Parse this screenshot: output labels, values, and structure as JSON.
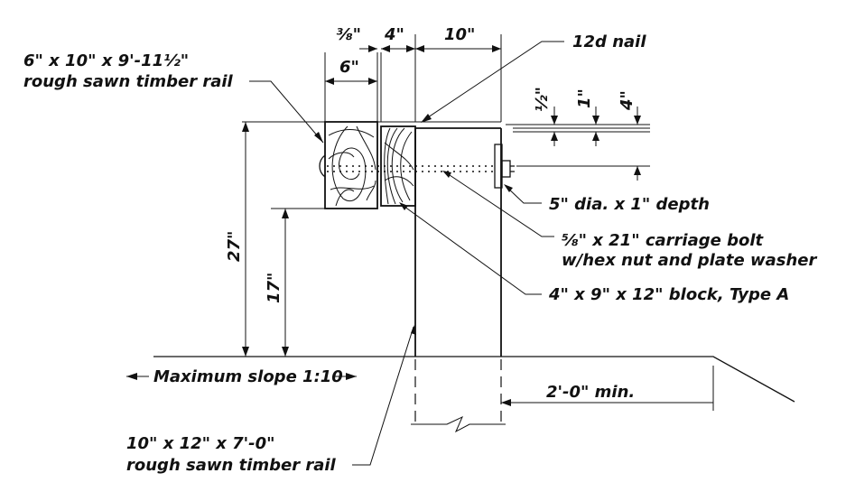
{
  "labels": {
    "timber_rail_top": [
      "6\" x 10\" x 9'-11½\"",
      "rough sawn timber rail"
    ],
    "nail": "12d nail",
    "depth": "5\" dia. x 1\" depth",
    "bolt": [
      "⅝\" x 21\" carriage bolt",
      "w/hex nut and plate washer"
    ],
    "block": "4\" x 9\" x 12\" block, Type A",
    "slope": "Maximum slope 1:10",
    "offset": "2'-0\" min.",
    "post": [
      "10\" x 12\" x 7'-0\"",
      "rough sawn timber rail"
    ]
  },
  "dimensions": {
    "gap": "⅜\"",
    "block_width": "4\"",
    "post_width": "10\"",
    "rail_width": "6\"",
    "half_inch": "½\"",
    "one_inch": "1\"",
    "four_inch": "4\"",
    "height_total": "27\"",
    "height_bottom": "17\""
  }
}
